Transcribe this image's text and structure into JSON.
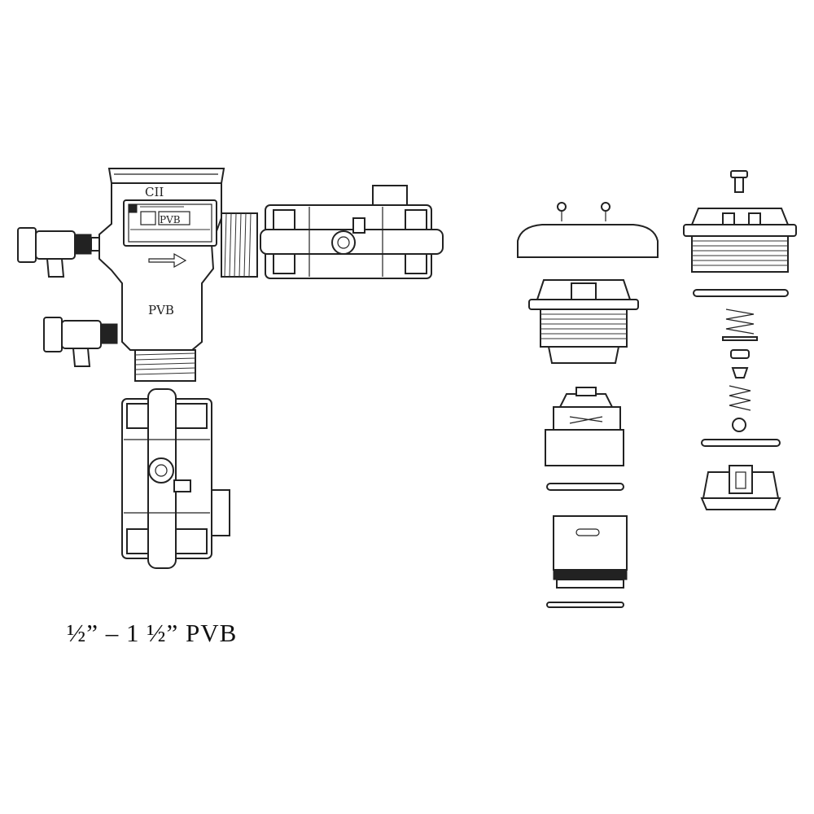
{
  "diagram": {
    "caption": "½” – 1 ½” PVB",
    "body_top_label": "CII",
    "body_plate_label": "PVB",
    "body_label": "PVB"
  },
  "colors": {
    "line": "#222222",
    "background": "#ffffff"
  }
}
